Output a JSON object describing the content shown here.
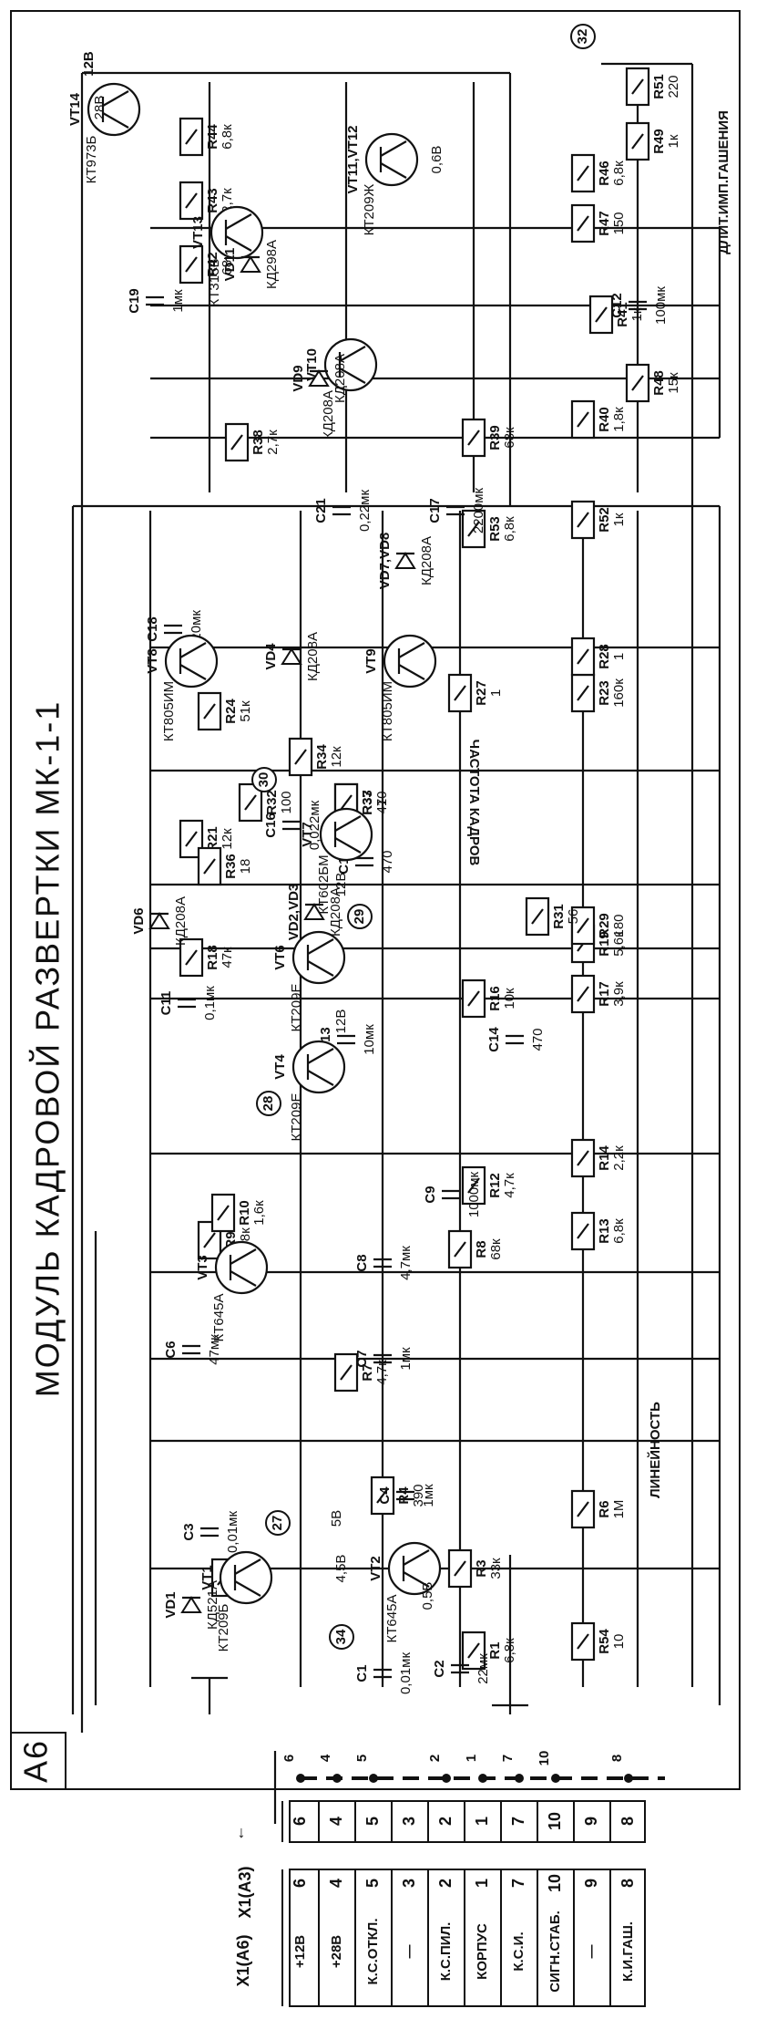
{
  "title": "МОДУЛЬ КАДРОВОЙ РАЗВЕРТКИ МК-1-1",
  "module_tag": "А6",
  "rail_label": "12В",
  "connectors": {
    "x1_a3": "Х1(А3)",
    "x1_a6": "Х1(А6)",
    "pins_a3": [
      "6",
      "4",
      "5",
      "3",
      "2",
      "1",
      "7",
      "10",
      "9",
      "8"
    ],
    "pins_a6": [
      "6",
      "4",
      "5",
      "3",
      "2",
      "1",
      "7",
      "10",
      "9",
      "8"
    ],
    "signals": [
      "+12В",
      "+28В",
      "К.С.ОТКЛ.",
      "—",
      "К.С.ПИЛ.",
      "КОРПУС",
      "К.С.И.",
      "СИГН.СТАБ.",
      "—",
      "К.И.ГАШ."
    ],
    "module_pins": [
      "6",
      "4",
      "5",
      "2",
      "1",
      "7",
      "10",
      "8"
    ]
  },
  "resistors": [
    {
      "ref": "R1",
      "value": "6,8к"
    },
    {
      "ref": "R2",
      "value": "33к"
    },
    {
      "ref": "R3",
      "value": "33к"
    },
    {
      "ref": "R4",
      "value": "390"
    },
    {
      "ref": "R6",
      "value": "1М"
    },
    {
      "ref": "R7",
      "value": "4,7к"
    },
    {
      "ref": "R8",
      "value": "68к"
    },
    {
      "ref": "R9",
      "value": "1,8к"
    },
    {
      "ref": "R10",
      "value": "1,6к"
    },
    {
      "ref": "R12",
      "value": "4,7к"
    },
    {
      "ref": "R13",
      "value": "6,8к"
    },
    {
      "ref": "R14",
      "value": "2,2к"
    },
    {
      "ref": "R16",
      "value": "10к"
    },
    {
      "ref": "R17",
      "value": "3,9к"
    },
    {
      "ref": "R18",
      "value": "47к"
    },
    {
      "ref": "R19",
      "value": "5,6к"
    },
    {
      "ref": "R21",
      "value": "12к"
    },
    {
      "ref": "R23",
      "value": "160к"
    },
    {
      "ref": "R24",
      "value": "51к"
    },
    {
      "ref": "R27",
      "value": "1"
    },
    {
      "ref": "R28",
      "value": "1"
    },
    {
      "ref": "R29",
      "value": "180"
    },
    {
      "ref": "R31",
      "value": "56"
    },
    {
      "ref": "R32",
      "value": "100"
    },
    {
      "ref": "R33",
      "value": "1"
    },
    {
      "ref": "R34",
      "value": "12к"
    },
    {
      "ref": "R36",
      "value": "18"
    },
    {
      "ref": "R37",
      "value": "470"
    },
    {
      "ref": "R38",
      "value": "2,7к"
    },
    {
      "ref": "R39",
      "value": "68к"
    },
    {
      "ref": "R40",
      "value": "1,8к"
    },
    {
      "ref": "R41",
      "value": "1к"
    },
    {
      "ref": "R42",
      "value": "68к"
    },
    {
      "ref": "R43",
      "value": "2,7к"
    },
    {
      "ref": "R44",
      "value": "6,8к"
    },
    {
      "ref": "R46",
      "value": "6,8к"
    },
    {
      "ref": "R47",
      "value": "150"
    },
    {
      "ref": "R48",
      "value": "15к"
    },
    {
      "ref": "R49",
      "value": "1к"
    },
    {
      "ref": "R51",
      "value": "220"
    },
    {
      "ref": "R52",
      "value": "1к"
    },
    {
      "ref": "R53",
      "value": "6,8к"
    },
    {
      "ref": "R54",
      "value": "10"
    }
  ],
  "capacitors": [
    {
      "ref": "C1",
      "value": "0,01мк"
    },
    {
      "ref": "C2",
      "value": "22мк"
    },
    {
      "ref": "C3",
      "value": "0,01мк"
    },
    {
      "ref": "C4",
      "value": "1мк"
    },
    {
      "ref": "C6",
      "value": "47мк"
    },
    {
      "ref": "C7",
      "value": "1мк"
    },
    {
      "ref": "C8",
      "value": "4,7мк"
    },
    {
      "ref": "C9",
      "value": "1000мк"
    },
    {
      "ref": "C11",
      "value": "0,1мк"
    },
    {
      "ref": "C12",
      "value": "100мк"
    },
    {
      "ref": "C13",
      "value": "10мк"
    },
    {
      "ref": "C14",
      "value": "470"
    },
    {
      "ref": "C15",
      "value": "470"
    },
    {
      "ref": "C16",
      "value": "0,022мк"
    },
    {
      "ref": "C17",
      "value": "2200мк"
    },
    {
      "ref": "C18",
      "value": "220мк"
    },
    {
      "ref": "C19",
      "value": "1мк"
    },
    {
      "ref": "C21",
      "value": "0,22мк"
    }
  ],
  "transistors": [
    {
      "ref": "VT1",
      "type": "КТ209Б"
    },
    {
      "ref": "VT2",
      "type": "КТ645А"
    },
    {
      "ref": "VT3",
      "type": "КТ645А"
    },
    {
      "ref": "VT4",
      "type": "КТ209Е"
    },
    {
      "ref": "VT6",
      "type": "КТ209Е"
    },
    {
      "ref": "VT7",
      "type": "КТ602БМ"
    },
    {
      "ref": "VT8",
      "type": "КТ805ИМ"
    },
    {
      "ref": "VT9",
      "type": "КТ805ИМ"
    },
    {
      "ref": "VT10",
      "type": "КД208А"
    },
    {
      "ref": "VT11,VT12",
      "type": "КТ209Ж"
    },
    {
      "ref": "VT13",
      "type": "КТ315В"
    },
    {
      "ref": "VT14",
      "type": "КТ973Б"
    }
  ],
  "diodes": [
    {
      "ref": "VD1",
      "type": "КД521А"
    },
    {
      "ref": "VD2,VD3",
      "type": "КД208А"
    },
    {
      "ref": "VD4",
      "type": "КД208А"
    },
    {
      "ref": "VD6",
      "type": "КД208А"
    },
    {
      "ref": "VD7,VD8",
      "type": "КД208А"
    },
    {
      "ref": "VD9",
      "type": "КД208А"
    },
    {
      "ref": "VD11",
      "type": "КД298А"
    }
  ],
  "test_points": [
    "27",
    "28",
    "29",
    "30",
    "34",
    "32"
  ],
  "voltages": [
    "5В",
    "0,5В",
    "4,5В",
    "12В",
    "12В",
    "28В",
    "0,6В"
  ],
  "controls": {
    "frequency": "ЧАСТОТА КАДРОВ",
    "linearity": "ЛИНЕЙНОСТЬ",
    "blanking": "ДЛИТ.ИМП.ГАШЕНИЯ"
  }
}
